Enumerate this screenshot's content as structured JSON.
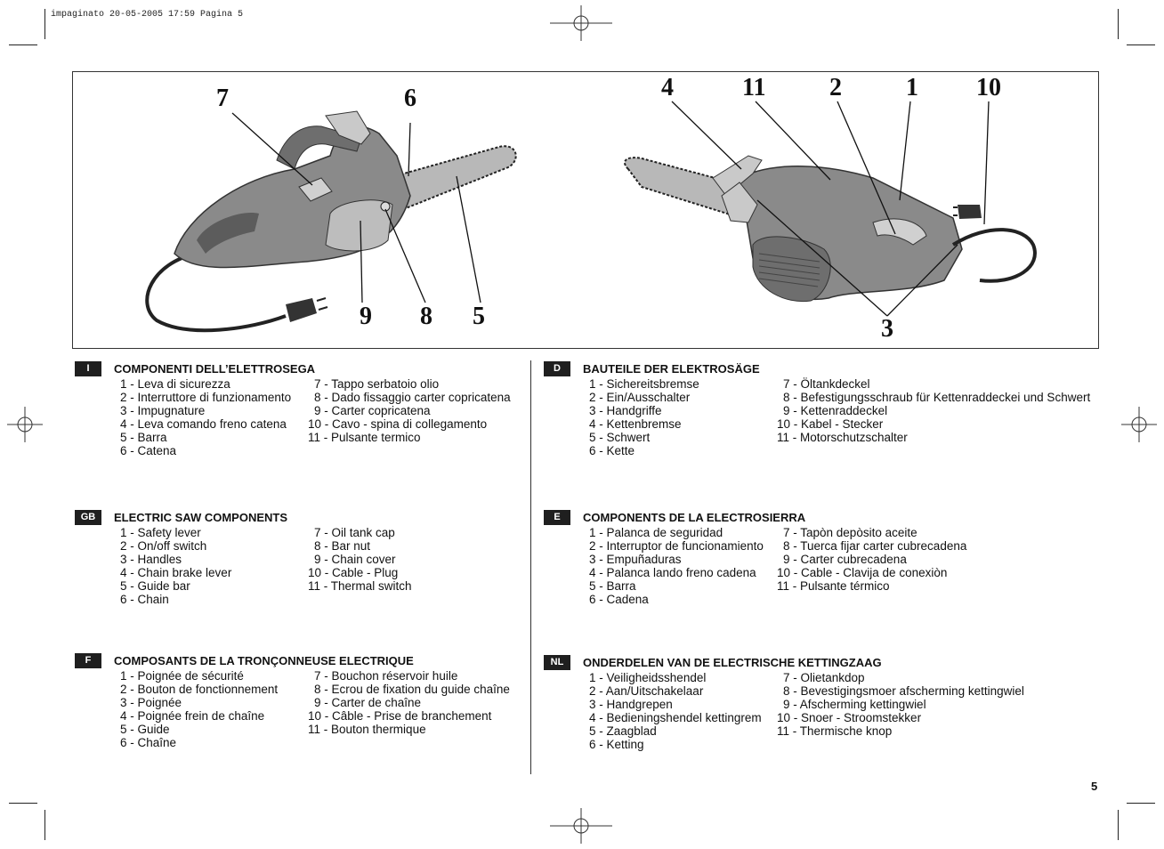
{
  "header": {
    "print_info": "impaginato 20-05-2005 17:59 Pagina 5"
  },
  "figure": {
    "left_labels": [
      "7",
      "6",
      "9",
      "8",
      "5"
    ],
    "right_labels": [
      "4",
      "11",
      "2",
      "1",
      "10",
      "3"
    ]
  },
  "sections": [
    {
      "code": "I",
      "title": "COMPONENTI DELL’ELETTROSEGA",
      "col1": [
        "1 - Leva di sicurezza",
        "2 - Interruttore di funzionamento",
        "3 - Impugnature",
        "4 - Leva comando freno catena",
        "5 - Barra",
        "6 - Catena"
      ],
      "col2": [
        "7 - Tappo serbatoio olio",
        "8 - Dado fissaggio carter copricatena",
        "9 - Carter copricatena",
        "10 - Cavo - spina di collegamento",
        "11 - Pulsante termico"
      ]
    },
    {
      "code": "GB",
      "title": "ELECTRIC SAW COMPONENTS",
      "col1": [
        "1 - Safety lever",
        "2 - On/off switch",
        "3 - Handles",
        "4 - Chain brake lever",
        "5 - Guide bar",
        "6 - Chain"
      ],
      "col2": [
        "7 - Oil tank cap",
        "8 - Bar nut",
        "9 - Chain cover",
        "10 - Cable - Plug",
        "11 - Thermal switch"
      ]
    },
    {
      "code": "F",
      "title": "COMPOSANTS DE LA TRONÇONNEUSE ELECTRIQUE",
      "col1": [
        "1 - Poignée de sécurité",
        "2 - Bouton de fonctionnement",
        "3 - Poignée",
        "4 - Poignée frein de chaîne",
        "5 - Guide",
        "6 - Chaîne"
      ],
      "col2": [
        "7 - Bouchon réservoir huile",
        "8 - Ecrou de fixation du guide chaîne",
        "9 - Carter de chaîne",
        "10 - Câble - Prise de branchement",
        "11 - Bouton thermique"
      ]
    },
    {
      "code": "D",
      "title": "BAUTEILE DER ELEKTROSÄGE",
      "col1": [
        "1 - Sichereitsbremse",
        "2 - Ein/Ausschalter",
        "3 - Handgriffe",
        "4 - Kettenbremse",
        "5 - Schwert",
        "6 - Kette"
      ],
      "col2": [
        "7 - Öltankdeckel",
        "8 - Befestigungsschraub für Kettenraddeckei und Schwert",
        "9 - Kettenraddeckel",
        "10 - Kabel - Stecker",
        "11 - Motorschutzschalter"
      ]
    },
    {
      "code": "E",
      "title": "COMPONENTS DE LA ELECTROSIERRA",
      "col1": [
        "1 - Palanca de seguridad",
        "2 - Interruptor de funcionamiento",
        "3 - Empuñaduras",
        "4 - Palanca lando freno cadena",
        "5 - Barra",
        "6 - Cadena"
      ],
      "col2": [
        "7 - Tapòn depòsito aceite",
        "8 - Tuerca fijar carter cubrecadena",
        "9 - Carter cubrecadena",
        "10 - Cable - Clavija  de conexiòn",
        "11 - Pulsante térmico"
      ]
    },
    {
      "code": "NL",
      "title": "ONDERDELEN VAN DE ELECTRISCHE KETTINGZAAG",
      "col1": [
        "1 - Veiligheidsshendel",
        "2 - Aan/Uitschakelaar",
        "3 - Handgrepen",
        "4 - Bedieningshendel kettingrem",
        "5 - Zaagblad",
        "6 - Ketting"
      ],
      "col2": [
        "7 - Olietankdop",
        "8 - Bevestigingsmoer afscherming kettingwiel",
        "9 - Afscherming kettingwiel",
        "10 - Snoer - Stroomstekker",
        "11 - Thermische knop"
      ]
    }
  ],
  "page_number": "5"
}
